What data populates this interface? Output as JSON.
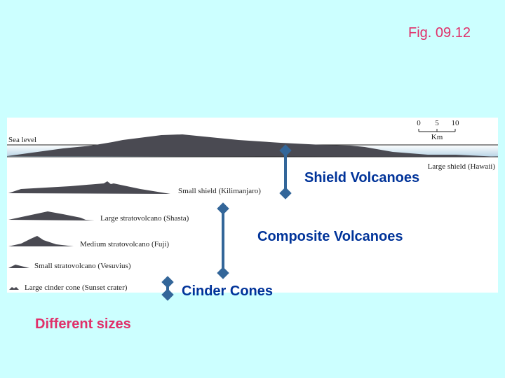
{
  "slide": {
    "fig_label": "Fig. 09.12",
    "footnote": "Different sizes",
    "colors": {
      "background": "#ccffff",
      "accent_blue": "#003399",
      "pink": "#e0306a",
      "arrow": "#336699",
      "volcano": "#4a4a52"
    }
  },
  "figure": {
    "sea_level": "Sea level",
    "scale": {
      "ticks": [
        "0",
        "5",
        "10"
      ],
      "unit": "Km"
    },
    "volcanoes": [
      {
        "label": "Large shield (Hawaii)"
      },
      {
        "label": "Small shield (Kilimanjaro)"
      },
      {
        "label": "Large stratovolcano (Shasta)"
      },
      {
        "label": "Medium stratovolcano (Fuji)"
      },
      {
        "label": "Small stratovolcano (Vesuvius)"
      },
      {
        "label": "Large cinder cone (Sunset crater)"
      }
    ]
  },
  "categories": [
    {
      "label": "Shield Volcanoes"
    },
    {
      "label": "Composite Volcanoes"
    },
    {
      "label": "Cinder Cones"
    }
  ]
}
